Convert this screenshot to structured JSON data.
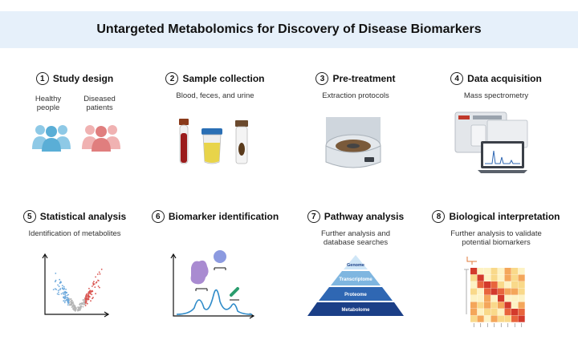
{
  "title": "Untargeted Metabolomics for Discovery of Disease Biomarkers",
  "steps": [
    {
      "num": "1",
      "title": "Study design",
      "sub": ""
    },
    {
      "num": "2",
      "title": "Sample collection",
      "sub": "Blood, feces, and urine"
    },
    {
      "num": "3",
      "title": "Pre-treatment",
      "sub": "Extraction protocols"
    },
    {
      "num": "4",
      "title": "Data acquisition",
      "sub": "Mass spectrometry"
    },
    {
      "num": "5",
      "title": "Statistical analysis",
      "sub": "Identification of metabolites"
    },
    {
      "num": "6",
      "title": "Biomarker identification",
      "sub": ""
    },
    {
      "num": "7",
      "title": "Pathway analysis",
      "sub": "Further analysis and database searches"
    },
    {
      "num": "8",
      "title": "Biological interpretation",
      "sub": "Further analysis to validate potential biomarkers"
    }
  ],
  "groups": {
    "healthy": "Healthy people",
    "diseased": "Diseased patients"
  },
  "pyramid": [
    "Genome",
    "Transcriptome",
    "Proteome",
    "Metabolome"
  ],
  "colors": {
    "banner": "#e6f0fa",
    "healthy": "#8ec9e6",
    "diseased": "#e99a9a",
    "pyramid_light": "#cfe6f7",
    "pyramid_mid": "#7fb6e0",
    "pyramid_dark": "#2f67b3",
    "pyramid_darkest": "#1b3f87"
  }
}
